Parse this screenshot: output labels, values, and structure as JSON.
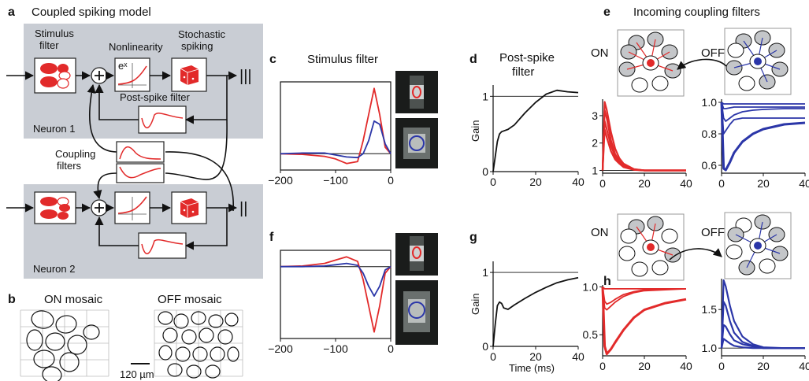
{
  "panels": {
    "a": "a",
    "b": "b",
    "c": "c",
    "d": "d",
    "e": "e",
    "f": "f",
    "g": "g",
    "h": "h"
  },
  "a": {
    "title": "Coupled spiking model",
    "stimulus_filter": [
      "Stimulus",
      "filter"
    ],
    "nonlinearity": "Nonlinearity",
    "exp_label": "eˣ",
    "stochastic_spiking": [
      "Stochastic",
      "spiking"
    ],
    "post_spike_filter": "Post-spike filter",
    "neuron1": "Neuron 1",
    "neuron2": "Neuron 2",
    "coupling_filters": [
      "Coupling",
      "filters"
    ],
    "spike_train_1": "|||",
    "spike_train_2": "||"
  },
  "b": {
    "on_mosaic": "ON mosaic",
    "off_mosaic": "OFF mosaic",
    "scale_bar": "120 µm"
  },
  "c": {
    "title": "Stimulus filter"
  },
  "d": {
    "title": [
      "Post-spike",
      "filter"
    ],
    "ylabel": "Gain"
  },
  "e": {
    "title": "Incoming coupling filters",
    "on": "ON",
    "off": "OFF"
  },
  "g": {
    "ylabel": "Gain",
    "xlabel": "Time (ms)"
  },
  "h": {
    "on": "ON",
    "off": "OFF"
  },
  "colors": {
    "on": "#e22a2a",
    "off": "#2b36a8",
    "panel_bg": "#c9cdd4"
  },
  "chart_data": [
    {
      "id": "c",
      "type": "line",
      "xlim": [
        -200,
        0
      ],
      "xticks": [
        "−200",
        "−100",
        "0"
      ],
      "series": [
        {
          "color": "#e22a2a",
          "x": [
            -200,
            -160,
            -120,
            -100,
            -80,
            -60,
            -50,
            -40,
            -30,
            -20,
            -10,
            0
          ],
          "y": [
            0,
            -0.01,
            -0.04,
            -0.08,
            -0.15,
            -0.12,
            0.2,
            0.6,
            1.0,
            0.6,
            0.1,
            0
          ]
        },
        {
          "color": "#2b36a8",
          "x": [
            -200,
            -160,
            -120,
            -100,
            -80,
            -60,
            -50,
            -40,
            -30,
            -20,
            -10,
            0
          ],
          "y": [
            0,
            0.01,
            0.01,
            -0.02,
            -0.05,
            -0.06,
            0.0,
            0.2,
            0.5,
            0.45,
            0.15,
            0
          ]
        }
      ]
    },
    {
      "id": "d",
      "type": "line",
      "xlim": [
        0,
        40
      ],
      "ylim": [
        0,
        1.15
      ],
      "xticks": [
        "0",
        "20",
        "40"
      ],
      "yticks": [
        "0",
        "1"
      ],
      "series": [
        {
          "color": "#111111",
          "x": [
            0,
            1,
            2,
            3,
            4,
            5,
            7,
            10,
            15,
            20,
            25,
            30,
            35,
            40
          ],
          "y": [
            0,
            0.2,
            0.4,
            0.5,
            0.53,
            0.54,
            0.56,
            0.62,
            0.78,
            0.92,
            1.03,
            1.08,
            1.06,
            1.05
          ]
        }
      ]
    },
    {
      "id": "e_on",
      "type": "line",
      "xlim": [
        0,
        40
      ],
      "ylim": [
        0.9,
        3.6
      ],
      "xticks": [
        "0",
        "20",
        "40"
      ],
      "yticks": [
        "1",
        "2",
        "3"
      ],
      "series": [
        {
          "color": "#e22a2a",
          "x": [
            0,
            1,
            2,
            4,
            6,
            8,
            10,
            15,
            20,
            30,
            40
          ],
          "y": [
            1,
            3.5,
            3.2,
            2.4,
            1.8,
            1.45,
            1.25,
            1.05,
            1.0,
            1.0,
            1.0
          ]
        },
        {
          "color": "#e22a2a",
          "x": [
            0,
            1,
            2,
            4,
            6,
            8,
            10,
            15,
            20,
            30,
            40
          ],
          "y": [
            1,
            3.2,
            2.9,
            2.1,
            1.6,
            1.35,
            1.2,
            1.04,
            1.0,
            1.0,
            1.0
          ]
        },
        {
          "color": "#e22a2a",
          "x": [
            0,
            1,
            2,
            4,
            6,
            8,
            10,
            15,
            20,
            30,
            40
          ],
          "y": [
            1,
            2.8,
            2.5,
            1.9,
            1.5,
            1.3,
            1.15,
            1.03,
            1.0,
            1.0,
            1.0
          ]
        },
        {
          "color": "#e22a2a",
          "x": [
            0,
            1,
            2,
            4,
            6,
            8,
            10,
            15,
            20,
            30,
            40
          ],
          "y": [
            1,
            2.5,
            2.2,
            1.7,
            1.4,
            1.25,
            1.12,
            1.02,
            1.0,
            1.0,
            1.0
          ]
        }
      ]
    },
    {
      "id": "e_off",
      "type": "line",
      "xlim": [
        0,
        40
      ],
      "ylim": [
        0.55,
        1.02
      ],
      "xticks": [
        "0",
        "20",
        "40"
      ],
      "yticks": [
        "0.6",
        "0.8",
        "1.0"
      ],
      "series": [
        {
          "color": "#2b36a8",
          "x": [
            0,
            1,
            2,
            4,
            6,
            10,
            15,
            20,
            30,
            40
          ],
          "y": [
            1,
            0.99,
            0.99,
            0.99,
            0.99,
            0.99,
            0.99,
            0.99,
            0.99,
            0.99
          ]
        },
        {
          "color": "#2b36a8",
          "x": [
            0,
            1,
            2,
            4,
            6,
            10,
            15,
            20,
            30,
            40
          ],
          "y": [
            1,
            0.96,
            0.96,
            0.965,
            0.97,
            0.97,
            0.97,
            0.97,
            0.97,
            0.97
          ]
        },
        {
          "color": "#2b36a8",
          "x": [
            0,
            1,
            2,
            4,
            6,
            10,
            15,
            20,
            30,
            40
          ],
          "y": [
            1,
            0.9,
            0.88,
            0.9,
            0.92,
            0.94,
            0.95,
            0.955,
            0.96,
            0.96
          ]
        },
        {
          "color": "#2b36a8",
          "x": [
            0,
            1,
            2,
            4,
            6,
            10,
            15,
            20,
            30,
            40
          ],
          "y": [
            1,
            0.8,
            0.82,
            0.86,
            0.89,
            0.9,
            0.9,
            0.9,
            0.9,
            0.9
          ]
        },
        {
          "color": "#2b36a8",
          "x": [
            0,
            1,
            2,
            4,
            6,
            10,
            15,
            20,
            30,
            40
          ],
          "y": [
            1,
            0.58,
            0.57,
            0.62,
            0.68,
            0.75,
            0.8,
            0.83,
            0.86,
            0.87
          ]
        }
      ]
    },
    {
      "id": "f",
      "type": "line",
      "xlim": [
        -200,
        0
      ],
      "xticks": [
        "−200",
        "−100",
        "0"
      ],
      "series": [
        {
          "color": "#e22a2a",
          "x": [
            -200,
            -160,
            -120,
            -100,
            -80,
            -60,
            -50,
            -40,
            -30,
            -20,
            -10,
            0
          ],
          "y": [
            0,
            0.01,
            0.05,
            0.1,
            0.15,
            0.08,
            -0.2,
            -0.6,
            -1.0,
            -0.6,
            -0.1,
            0
          ]
        },
        {
          "color": "#2b36a8",
          "x": [
            -200,
            -160,
            -120,
            -100,
            -80,
            -60,
            -50,
            -40,
            -30,
            -20,
            -10,
            0
          ],
          "y": [
            0,
            0,
            0.01,
            0.03,
            0.05,
            0.02,
            -0.1,
            -0.3,
            -0.45,
            -0.3,
            -0.05,
            0
          ]
        }
      ]
    },
    {
      "id": "g",
      "type": "line",
      "xlim": [
        0,
        40
      ],
      "ylim": [
        0,
        1.15
      ],
      "xticks": [
        "0",
        "20",
        "40"
      ],
      "yticks": [
        "0",
        "1"
      ],
      "series": [
        {
          "color": "#111111",
          "x": [
            0,
            1,
            2,
            3,
            4,
            5,
            7,
            10,
            15,
            20,
            25,
            30,
            35,
            40
          ],
          "y": [
            0,
            0.3,
            0.55,
            0.6,
            0.58,
            0.52,
            0.5,
            0.56,
            0.65,
            0.73,
            0.8,
            0.86,
            0.9,
            0.93
          ]
        }
      ]
    },
    {
      "id": "h_on",
      "type": "line",
      "xlim": [
        0,
        40
      ],
      "ylim": [
        0.28,
        1.02
      ],
      "xticks": [
        "0",
        "20",
        "40"
      ],
      "yticks": [
        "0.5",
        "1.0"
      ],
      "series": [
        {
          "color": "#e22a2a",
          "x": [
            0,
            1,
            2,
            4,
            6,
            10,
            15,
            20,
            30,
            40
          ],
          "y": [
            1,
            0.98,
            0.98,
            0.98,
            0.98,
            0.98,
            0.98,
            0.98,
            0.98,
            0.98
          ]
        },
        {
          "color": "#e22a2a",
          "x": [
            0,
            1,
            2,
            4,
            6,
            10,
            15,
            20,
            30,
            40
          ],
          "y": [
            1,
            0.85,
            0.82,
            0.84,
            0.87,
            0.92,
            0.95,
            0.97,
            0.98,
            0.98
          ]
        },
        {
          "color": "#e22a2a",
          "x": [
            0,
            1,
            2,
            4,
            6,
            10,
            15,
            20,
            30,
            40
          ],
          "y": [
            1,
            0.78,
            0.76,
            0.8,
            0.84,
            0.9,
            0.94,
            0.96,
            0.97,
            0.98
          ]
        },
        {
          "color": "#e22a2a",
          "x": [
            0,
            1,
            2,
            4,
            6,
            10,
            15,
            20,
            30,
            40
          ],
          "y": [
            1,
            0.38,
            0.3,
            0.35,
            0.42,
            0.55,
            0.68,
            0.76,
            0.83,
            0.87
          ]
        }
      ]
    },
    {
      "id": "h_off",
      "type": "line",
      "xlim": [
        0,
        40
      ],
      "ylim": [
        0.9,
        1.9
      ],
      "xticks": [
        "0",
        "20",
        "40"
      ],
      "yticks": [
        "1.0",
        "1.5"
      ],
      "series": [
        {
          "color": "#2b36a8",
          "x": [
            0,
            1,
            2,
            4,
            6,
            10,
            15,
            20,
            30,
            40
          ],
          "y": [
            1,
            1.88,
            1.8,
            1.55,
            1.35,
            1.15,
            1.05,
            1.01,
            1.0,
            1.0
          ]
        },
        {
          "color": "#2b36a8",
          "x": [
            0,
            1,
            2,
            4,
            6,
            10,
            15,
            20,
            30,
            40
          ],
          "y": [
            1,
            1.6,
            1.55,
            1.35,
            1.2,
            1.08,
            1.03,
            1.0,
            1.0,
            1.0
          ]
        },
        {
          "color": "#2b36a8",
          "x": [
            0,
            1,
            2,
            4,
            6,
            10,
            15,
            20,
            30,
            40
          ],
          "y": [
            1,
            1.3,
            1.28,
            1.18,
            1.1,
            1.05,
            1.02,
            1.0,
            1.0,
            1.0
          ]
        },
        {
          "color": "#2b36a8",
          "x": [
            0,
            1,
            2,
            4,
            6,
            10,
            15,
            20,
            30,
            40
          ],
          "y": [
            1,
            1.12,
            1.1,
            1.06,
            1.03,
            1.01,
            1.0,
            1.0,
            1.0,
            1.0
          ]
        }
      ]
    }
  ]
}
